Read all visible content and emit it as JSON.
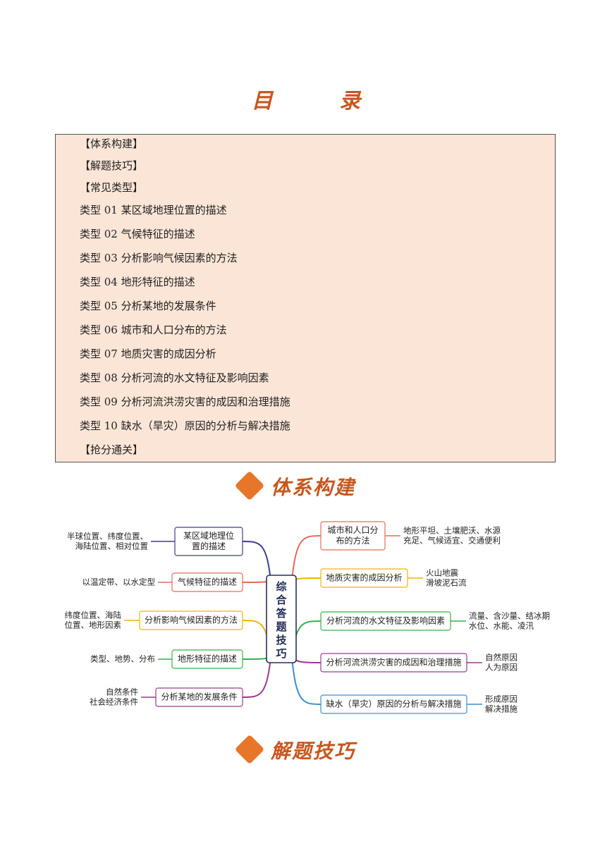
{
  "page_title": "目  录",
  "toc": [
    "【体系构建】",
    "【解题技巧】",
    "【常见类型】",
    "类型 01  某区域地理位置的描述",
    "类型 02  气候特征的描述",
    "类型 03  分析影响气候因素的方法",
    "类型 04  地形特征的描述",
    "类型 05  分析某地的发展条件",
    "类型 06  城市和人口分布的方法",
    "类型 07  地质灾害的成因分析",
    "类型 08  分析河流的水文特征及影响因素",
    "类型 09  分析河流洪涝灾害的成因和治理措施",
    "类型 10  缺水（旱灾）原因的分析与解决措施",
    "【抢分通关】"
  ],
  "banner1": "体系构建",
  "banner2": "解题技巧",
  "mindmap": {
    "center": [
      "综",
      "合",
      "答",
      "题",
      "技",
      "巧"
    ],
    "left": [
      {
        "node": [
          "某区域地理位",
          "置的描述"
        ],
        "leaf": [
          "半球位置、纬度位置、",
          "海陆位置、相对位置"
        ]
      },
      {
        "node": [
          "气候特征的描述"
        ],
        "leaf": [
          "以温定带、以水定型"
        ]
      },
      {
        "node": [
          "分析影响气候因素的方法"
        ],
        "leaf": [
          "纬度位置、海陆",
          "位置、地形因素"
        ]
      },
      {
        "node": [
          "地形特征的描述"
        ],
        "leaf": [
          "类型、地势、分布"
        ]
      },
      {
        "node": [
          "分析某地的发展条件"
        ],
        "leaf": [
          "自然条件",
          "社会经济条件"
        ]
      }
    ],
    "right": [
      {
        "node": [
          "城市和人口分",
          "布的方法"
        ],
        "leaf": [
          "地形平坦、土壤肥沃、水源",
          "充足、气候适宜、交通便利"
        ]
      },
      {
        "node": [
          "地质灾害的成因分析"
        ],
        "leaf": [
          "火山地震",
          "滑坡泥石流"
        ]
      },
      {
        "node": [
          "分析河流的水文特征及影响因素"
        ],
        "leaf": [
          "流量、含沙量、结冰期",
          "水位、水能、凌汛"
        ]
      },
      {
        "node": [
          "分析河流洪涝灾害的成因和治理措施"
        ],
        "leaf": [
          "自然原因",
          "人为原因"
        ]
      },
      {
        "node": [
          "缺水（旱灾）原因的分析与解决措施"
        ],
        "leaf": [
          "形成原因",
          "解决措施"
        ]
      }
    ],
    "colors": [
      "#3d3d8f",
      "#e86a5a",
      "#f0b400",
      "#36b24a",
      "#9a3a8e",
      "#3a8fd0"
    ]
  }
}
